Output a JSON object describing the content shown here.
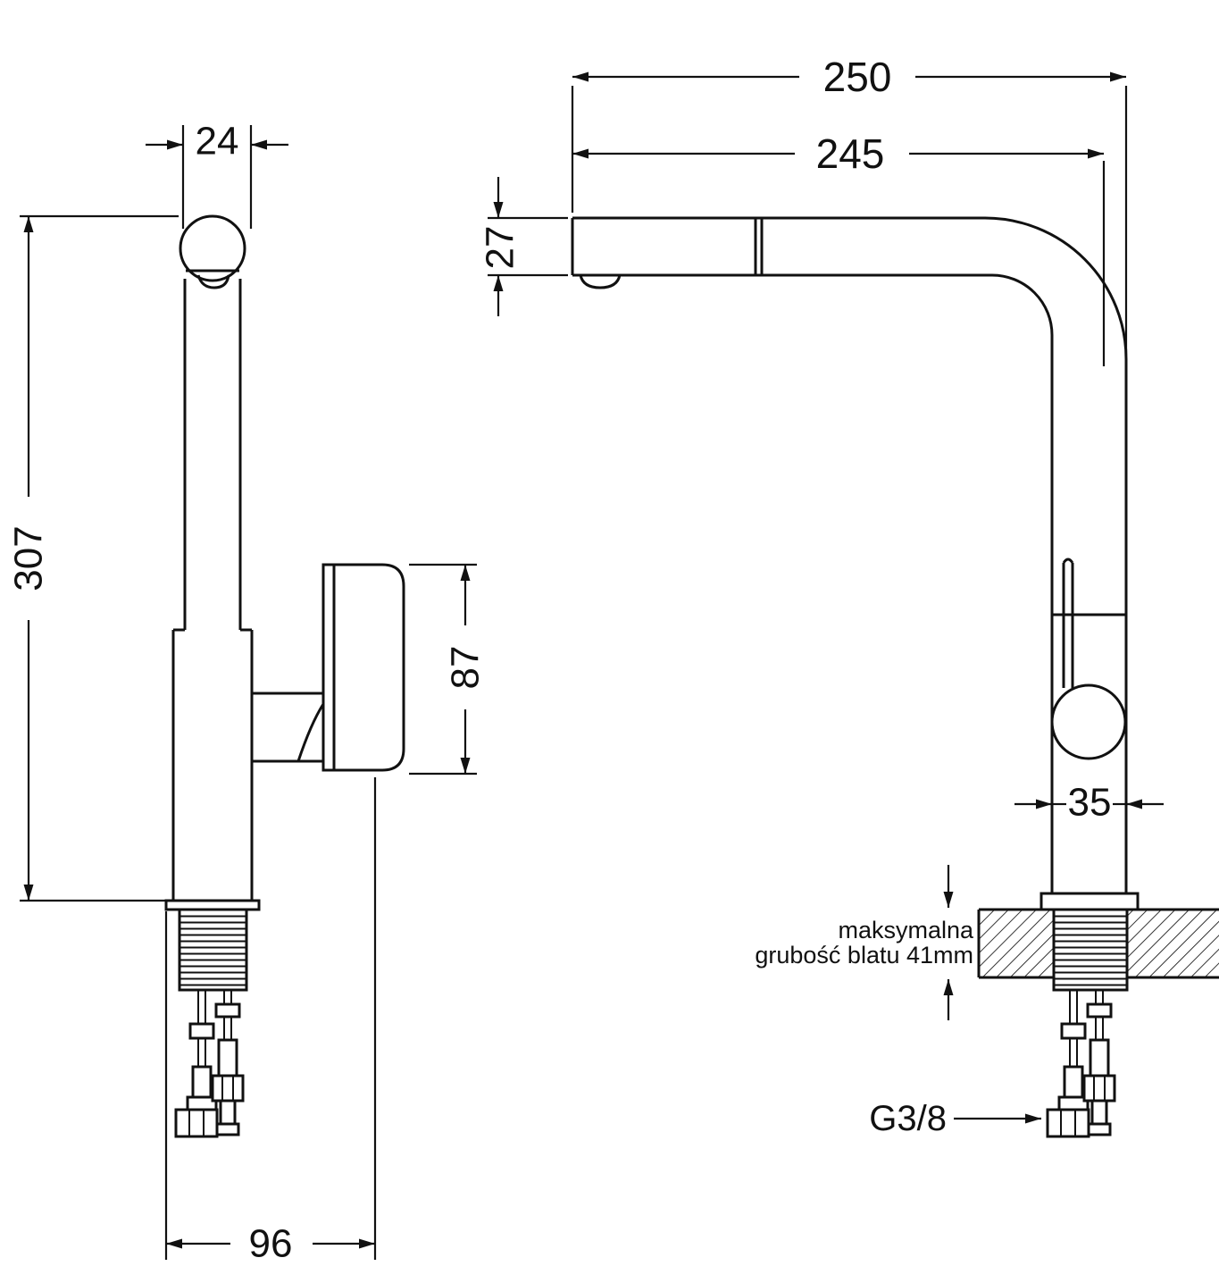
{
  "drawing": {
    "side": {
      "pipe_width": "24",
      "total_height": "307",
      "body_depth": "87",
      "base_depth": "96"
    },
    "front": {
      "reach_total": "250",
      "reach_spout": "245",
      "spout_height": "27",
      "body_width": "35",
      "thread": "G3/8",
      "note1": "maksymalna",
      "note2": "grubość blatu 41mm"
    }
  }
}
